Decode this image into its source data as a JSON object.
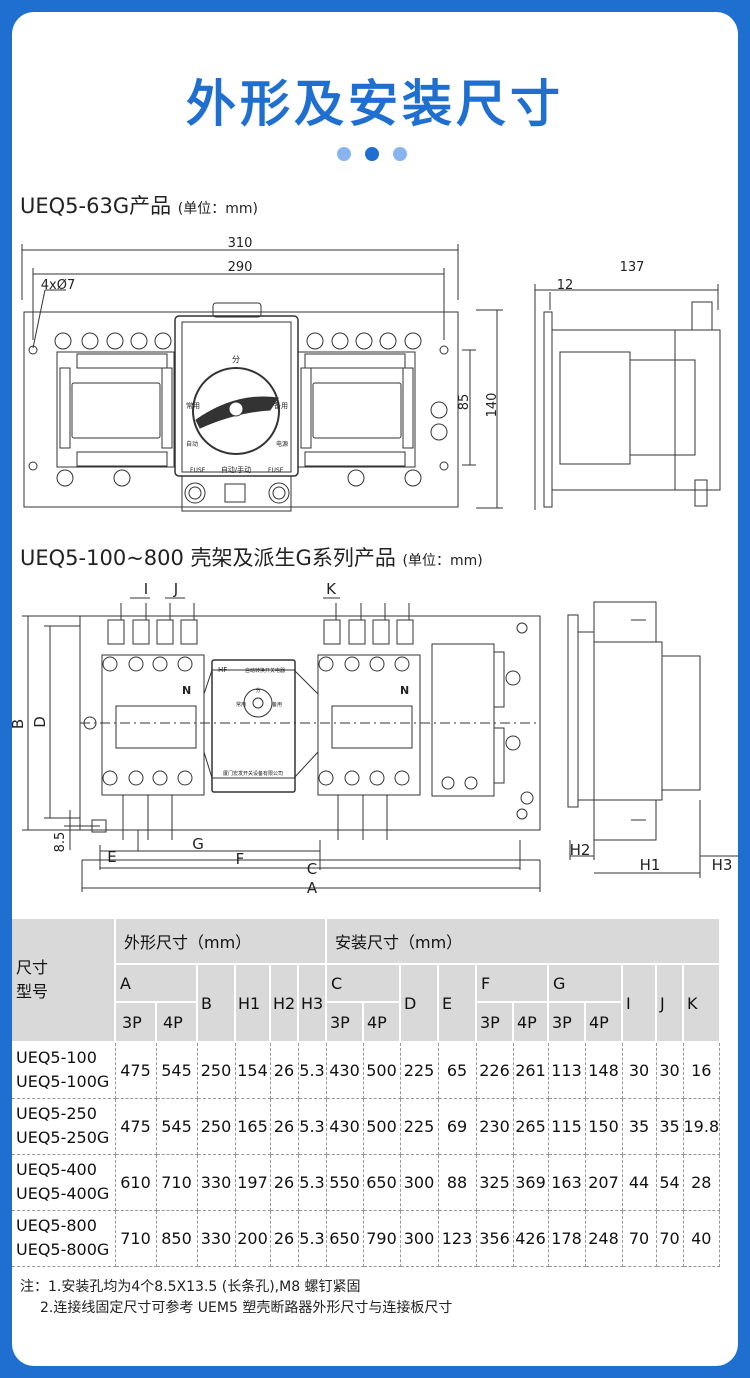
{
  "title": "外形及安装尺寸",
  "colors": {
    "accent": "#1f6fd0",
    "dot_light": "#8ab4ee",
    "table_header": "#d9d9d9"
  },
  "section1": {
    "name": "UEQ5-63G产品",
    "unit": "(单位：mm)"
  },
  "drawing1": {
    "dims": {
      "w310": "310",
      "w290": "290",
      "holes": "4xØ7",
      "h85": "85",
      "h140": "140",
      "d137": "137",
      "d12": "12"
    },
    "switch_labels": {
      "dial": "分",
      "left": "常用",
      "right": "备用",
      "mode": "自动/手动",
      "fuse": "FUSE",
      "bottom_left": "自动",
      "bottom_right": "电源"
    }
  },
  "section2": {
    "name": "UEQ5-100~800 壳架及派生G系列产品",
    "unit": "(单位：mm)"
  },
  "drawing2": {
    "dims": {
      "I": "I",
      "J": "J",
      "K": "K",
      "B": "B",
      "D": "D",
      "v8_5": "8.5",
      "E": "E",
      "G": "G",
      "F": "F",
      "C": "C",
      "A": "A",
      "H1": "H1",
      "H2": "H2",
      "H3": "H3"
    },
    "switch_labels": {
      "brand": "HF",
      "name": "自动转换开关电器",
      "maker": "厦门宏发开关设备有限公司",
      "dial_left": "常用",
      "dial_right": "备用",
      "dial_top": "分",
      "N": "N"
    }
  },
  "table": {
    "h_size": "尺寸",
    "h_model": "型号",
    "h_outline": "外形尺寸（mm）",
    "h_install": "安装尺寸（mm）",
    "cols": {
      "A": "A",
      "B": "B",
      "H1": "H1",
      "H2": "H2",
      "H3": "H3",
      "C": "C",
      "D": "D",
      "E": "E",
      "F": "F",
      "G": "G",
      "I": "I",
      "J": "J",
      "K": "K",
      "p3": "3P",
      "p4": "4P"
    },
    "rows": [
      {
        "m1": "UEQ5-100",
        "m2": "UEQ5-100G",
        "v": [
          "475",
          "545",
          "250",
          "154",
          "26",
          "5.3",
          "430",
          "500",
          "225",
          "65",
          "226",
          "261",
          "113",
          "148",
          "30",
          "30",
          "16"
        ]
      },
      {
        "m1": "UEQ5-250",
        "m2": "UEQ5-250G",
        "v": [
          "475",
          "545",
          "250",
          "165",
          "26",
          "5.3",
          "430",
          "500",
          "225",
          "69",
          "230",
          "265",
          "115",
          "150",
          "35",
          "35",
          "19.8"
        ]
      },
      {
        "m1": "UEQ5-400",
        "m2": "UEQ5-400G",
        "v": [
          "610",
          "710",
          "330",
          "197",
          "26",
          "5.3",
          "550",
          "650",
          "300",
          "88",
          "325",
          "369",
          "163",
          "207",
          "44",
          "54",
          "28"
        ]
      },
      {
        "m1": "UEQ5-800",
        "m2": "UEQ5-800G",
        "v": [
          "710",
          "850",
          "330",
          "200",
          "26",
          "5.3",
          "650",
          "790",
          "300",
          "123",
          "356",
          "426",
          "178",
          "248",
          "70",
          "70",
          "40"
        ]
      }
    ]
  },
  "notes": {
    "n1": "注：1.安装孔均为4个8.5X13.5 (长条孔),M8 螺钉紧固",
    "n2": "2.连接线固定尺寸可参考 UEM5 塑壳断路器外形尺寸与连接板尺寸"
  }
}
